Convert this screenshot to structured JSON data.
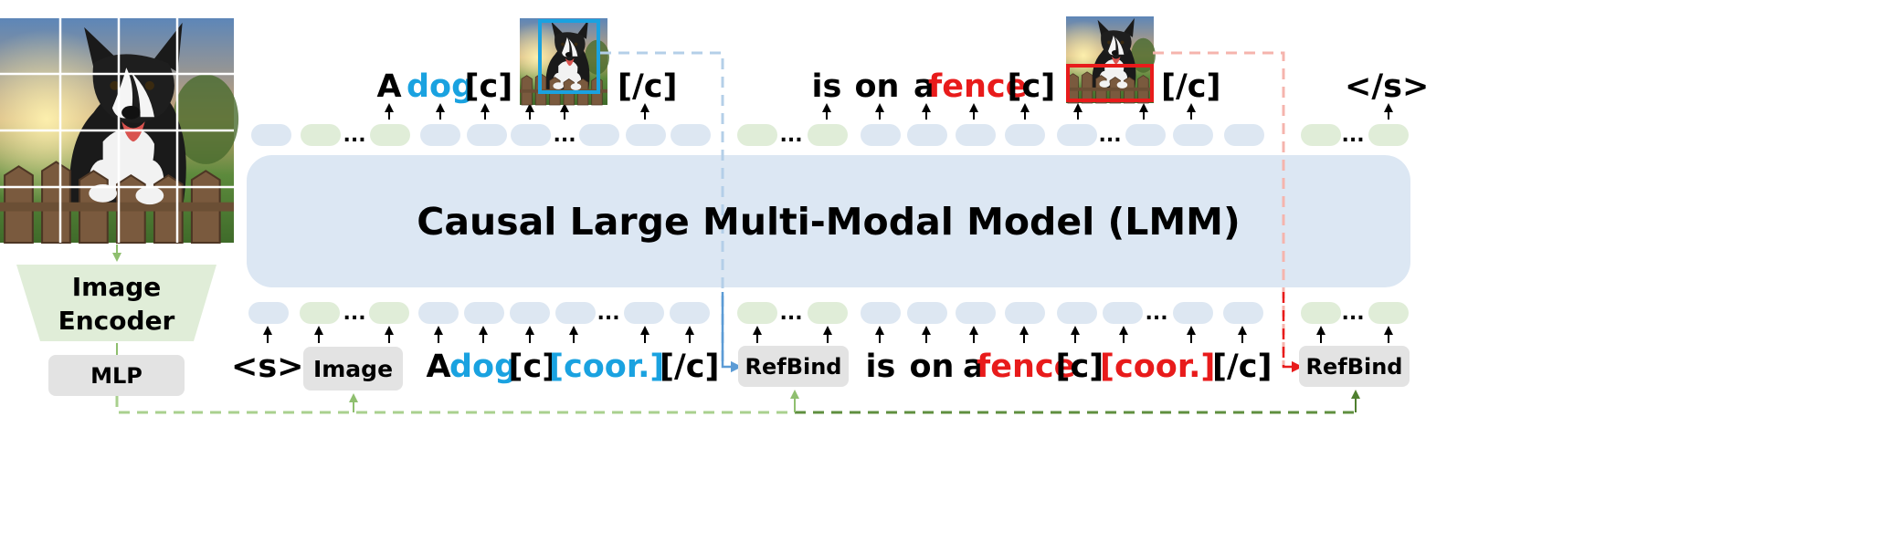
{
  "model": {
    "title": "Causal Large Multi-Modal Model (LMM)"
  },
  "encoder": {
    "line1": "Image",
    "line2": "Encoder"
  },
  "mlp": {
    "label": "MLP"
  },
  "image_button": {
    "label": "Image"
  },
  "refbind": {
    "label": "RefBind"
  },
  "ellipsis": "...",
  "colors": {
    "blue": "#1aa2e0",
    "red": "#e81b1b",
    "token_blue": "#dde7f2",
    "token_green": "#e0edd8",
    "model_fill": "#dce7f3"
  },
  "output_tokens": [
    {
      "id": "out-a",
      "text": "A",
      "color": "#000000"
    },
    {
      "id": "out-dog",
      "text": "dog",
      "color": "#1aa2e0"
    },
    {
      "id": "out-c1",
      "text": "[c]",
      "color": "#000000"
    },
    {
      "id": "out-c1-close",
      "text": "[/c]",
      "color": "#000000"
    },
    {
      "id": "out-is",
      "text": "is",
      "color": "#000000"
    },
    {
      "id": "out-on",
      "text": "on",
      "color": "#000000"
    },
    {
      "id": "out-a2",
      "text": "a",
      "color": "#000000"
    },
    {
      "id": "out-fence",
      "text": "fence",
      "color": "#e81b1b"
    },
    {
      "id": "out-c2",
      "text": "[c]",
      "color": "#000000"
    },
    {
      "id": "out-c2-close",
      "text": "[/c]",
      "color": "#000000"
    },
    {
      "id": "out-eos",
      "text": "</s>",
      "color": "#000000"
    }
  ],
  "input_tokens": [
    {
      "id": "in-bos",
      "text": "<s>",
      "color": "#000000"
    },
    {
      "id": "in-a",
      "text": "A",
      "color": "#000000"
    },
    {
      "id": "in-dog",
      "text": "dog",
      "color": "#1aa2e0"
    },
    {
      "id": "in-c1",
      "text": "[c]",
      "color": "#000000"
    },
    {
      "id": "in-coor1",
      "text": "[coor.]",
      "color": "#1aa2e0"
    },
    {
      "id": "in-c1-close",
      "text": "[/c]",
      "color": "#000000"
    },
    {
      "id": "in-is",
      "text": "is",
      "color": "#000000"
    },
    {
      "id": "in-on",
      "text": "on",
      "color": "#000000"
    },
    {
      "id": "in-a2",
      "text": "a",
      "color": "#000000"
    },
    {
      "id": "in-fence",
      "text": "fence",
      "color": "#e81b1b"
    },
    {
      "id": "in-c2",
      "text": "[c]",
      "color": "#000000"
    },
    {
      "id": "in-coor2",
      "text": "[coor.]",
      "color": "#e81b1b"
    },
    {
      "id": "in-c2-close",
      "text": "[/c]",
      "color": "#000000"
    }
  ]
}
